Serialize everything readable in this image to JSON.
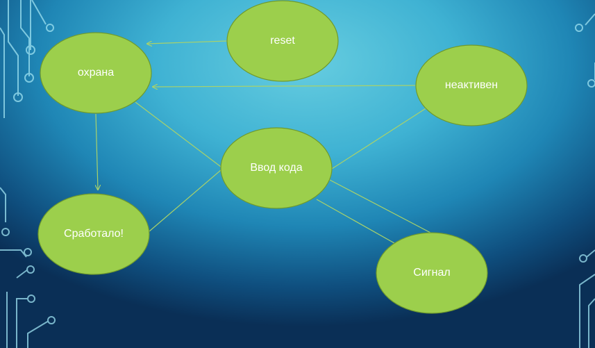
{
  "diagram": {
    "nodes": [
      {
        "id": "reset",
        "label": "reset"
      },
      {
        "id": "okhrana",
        "label": "охрана"
      },
      {
        "id": "neaktiven",
        "label": "неактивен"
      },
      {
        "id": "vvod",
        "label": "Ввод кода"
      },
      {
        "id": "srabotalo",
        "label": "Сработало!"
      },
      {
        "id": "signal",
        "label": "Сигнал"
      }
    ],
    "edges": [
      {
        "from": "reset",
        "to": "okhrana",
        "arrow": true
      },
      {
        "from": "neaktiven",
        "to": "okhrana",
        "arrow": true
      },
      {
        "from": "okhrana",
        "to": "srabotalo",
        "arrow": true
      },
      {
        "from": "okhrana",
        "to": "vvod",
        "arrow": false
      },
      {
        "from": "srabotalo",
        "to": "vvod",
        "arrow": false
      },
      {
        "from": "neaktiven",
        "to": "vvod",
        "arrow": false
      },
      {
        "from": "vvod",
        "to": "signal",
        "arrow": false
      }
    ]
  },
  "colors": {
    "node_fill": "#9ccf4c",
    "node_stroke": "#6f9a2c",
    "edge": "#a9d26a",
    "circuit": "#9fe3f2"
  }
}
